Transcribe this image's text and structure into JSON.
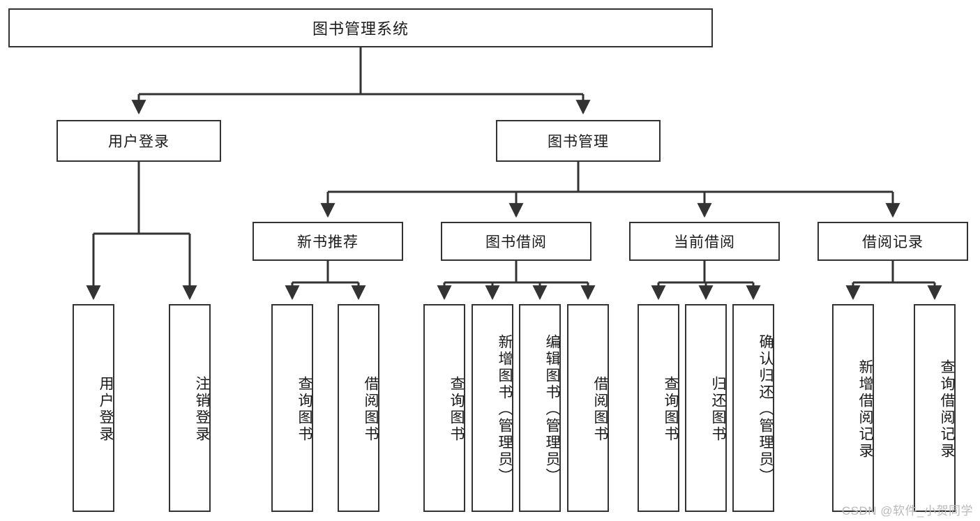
{
  "diagram": {
    "type": "tree-hierarchy",
    "title": "图书管理系统",
    "watermark": "CSDN @软件_小贺同学",
    "colors": {
      "box_border": "#333333",
      "box_fill": "#ffffff",
      "connector": "#333333",
      "text": "#1a1a1a",
      "watermark": "#b9b9b9"
    },
    "nodes": {
      "root": {
        "label": "图书管理系统",
        "level": 1,
        "orientation": "horizontal"
      },
      "level2": [
        {
          "id": "user-login",
          "label": "用户登录",
          "orientation": "horizontal"
        },
        {
          "id": "book-manage",
          "label": "图书管理",
          "orientation": "horizontal"
        }
      ],
      "level3": [
        {
          "id": "new-book-recommend",
          "label": "新书推荐",
          "parent": "book-manage",
          "orientation": "horizontal"
        },
        {
          "id": "book-borrow",
          "label": "图书借阅",
          "parent": "book-manage",
          "orientation": "horizontal"
        },
        {
          "id": "current-borrow",
          "label": "当前借阅",
          "parent": "book-manage",
          "orientation": "horizontal"
        },
        {
          "id": "borrow-record",
          "label": "借阅记录",
          "parent": "book-manage",
          "orientation": "horizontal"
        }
      ],
      "leaves": [
        {
          "id": "leaf-user-login",
          "label": "用户登录",
          "parent": "user-login",
          "orientation": "vertical"
        },
        {
          "id": "leaf-logout-login",
          "label": "注销登录",
          "parent": "user-login",
          "orientation": "vertical"
        },
        {
          "id": "leaf-query-book-1",
          "label": "查询图书",
          "parent": "new-book-recommend",
          "orientation": "vertical"
        },
        {
          "id": "leaf-borrow-book-1",
          "label": "借阅图书",
          "parent": "new-book-recommend",
          "orientation": "vertical"
        },
        {
          "id": "leaf-query-book-2",
          "label": "查询图书",
          "parent": "book-borrow",
          "orientation": "vertical"
        },
        {
          "id": "leaf-add-book",
          "label": "新增图书（管理员）",
          "parent": "book-borrow",
          "orientation": "vertical"
        },
        {
          "id": "leaf-edit-book",
          "label": "编辑图书（管理员）",
          "parent": "book-borrow",
          "orientation": "vertical"
        },
        {
          "id": "leaf-borrow-book-2",
          "label": "借阅图书",
          "parent": "book-borrow",
          "orientation": "vertical"
        },
        {
          "id": "leaf-query-book-3",
          "label": "查询图书",
          "parent": "current-borrow",
          "orientation": "vertical"
        },
        {
          "id": "leaf-return-book",
          "label": "归还图书",
          "parent": "current-borrow",
          "orientation": "vertical"
        },
        {
          "id": "leaf-confirm-return",
          "label": "确认归还（管理员）",
          "parent": "current-borrow",
          "orientation": "vertical"
        },
        {
          "id": "leaf-add-record",
          "label": "新增借阅记录",
          "parent": "borrow-record",
          "orientation": "vertical"
        },
        {
          "id": "leaf-query-record",
          "label": "查询借阅记录",
          "parent": "borrow-record",
          "orientation": "vertical"
        }
      ]
    }
  }
}
